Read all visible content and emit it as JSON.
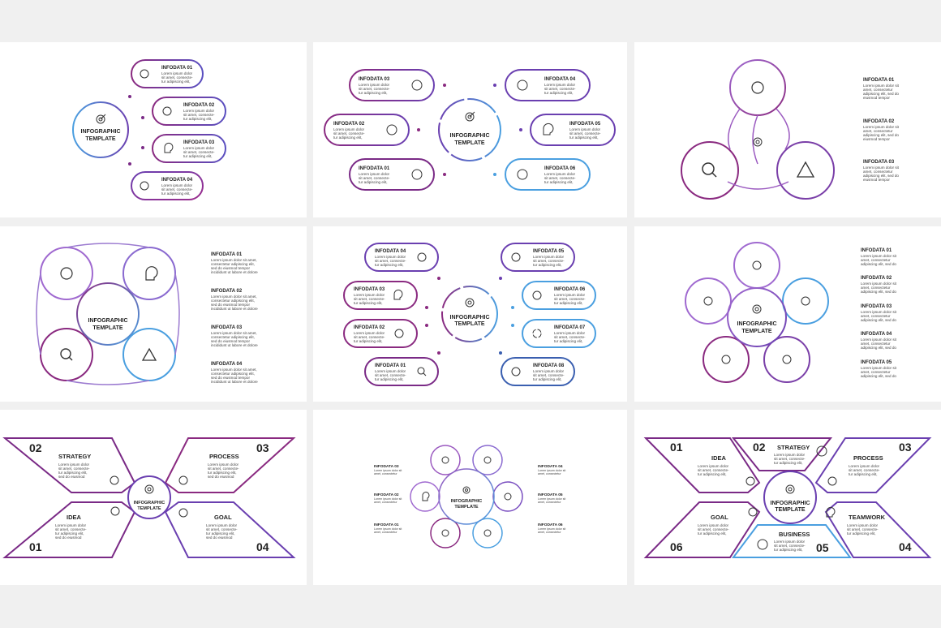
{
  "center_label": [
    "INFOGRAPHIC",
    "TEMPLATE"
  ],
  "lorem": {
    "short": [
      "Lorem ipsum dolor",
      "sit amet, consecte-",
      "tur adipiscing elit,"
    ],
    "long": [
      "Lorem ipsum dolor sit amet,",
      "consectetur adipiscing elit,",
      "sed do eiusmod tempor",
      "incididunt ut labore et dolore"
    ],
    "med": [
      "Lorem ipsum dolor sit",
      "amet, consectetur",
      "adipiscing elit, sed do",
      "eiusmod tempor"
    ],
    "hex": [
      "Lorem ipsum dolor",
      "sit amet, consecte-",
      "tur adipiscing elit,",
      "sed do eiusmod"
    ]
  },
  "colors": {
    "purple": "#7a2a86",
    "violet": "#6a3fb0",
    "blue": "#4a9fe0",
    "magenta": "#9b2c8c",
    "gray": "#f0f0f0"
  },
  "panel1": {
    "items": [
      {
        "title": "INFODATA 01",
        "icon": "lightbulb-icon"
      },
      {
        "title": "INFODATA 02",
        "icon": "gear-icon"
      },
      {
        "title": "INFODATA 03",
        "icon": "head-icon"
      },
      {
        "title": "INFODATA 04",
        "icon": "dollar-icon"
      }
    ]
  },
  "panel2": {
    "items": [
      {
        "title": "INFODATA 03",
        "icon": "globe-icon"
      },
      {
        "title": "INFODATA 02",
        "icon": "gear-icon"
      },
      {
        "title": "INFODATA 01",
        "icon": "lightbulb-icon"
      },
      {
        "title": "INFODATA 04",
        "icon": "clock-icon"
      },
      {
        "title": "INFODATA 05",
        "icon": "head-icon"
      },
      {
        "title": "INFODATA 06",
        "icon": "dollar-icon"
      }
    ]
  },
  "panel3": {
    "items": [
      {
        "title": "INFODATA 01"
      },
      {
        "title": "INFODATA 02"
      },
      {
        "title": "INFODATA 03"
      }
    ],
    "icons": [
      "gear-icon",
      "search-icon",
      "warning-icon",
      "target-icon"
    ]
  },
  "panel4": {
    "items": [
      {
        "title": "INFODATA 01"
      },
      {
        "title": "INFODATA 02"
      },
      {
        "title": "INFODATA 03"
      },
      {
        "title": "INFODATA 04"
      }
    ],
    "icons": [
      "gear-icon",
      "head-icon",
      "search-icon",
      "warning-icon"
    ]
  },
  "panel5": {
    "items": [
      {
        "title": "INFODATA 04",
        "icon": "gear-icon"
      },
      {
        "title": "INFODATA 03",
        "icon": "head-icon"
      },
      {
        "title": "INFODATA 02",
        "icon": "lightbulb-icon"
      },
      {
        "title": "INFODATA 01",
        "icon": "search-icon"
      },
      {
        "title": "INFODATA 05",
        "icon": "globe-icon"
      },
      {
        "title": "INFODATA 06",
        "icon": "clock-icon"
      },
      {
        "title": "INFODATA 07",
        "icon": "refresh-icon"
      },
      {
        "title": "INFODATA 08",
        "icon": "dollar-icon"
      }
    ]
  },
  "panel6": {
    "items": [
      {
        "title": "INFODATA 01"
      },
      {
        "title": "INFODATA 02"
      },
      {
        "title": "INFODATA 03"
      },
      {
        "title": "INFODATA 04"
      },
      {
        "title": "INFODATA 05"
      }
    ],
    "icons": [
      "globe-icon",
      "clock-icon",
      "dollar-icon",
      "lightbulb-icon",
      "gear-icon",
      "target-icon"
    ]
  },
  "panel7": {
    "items": [
      {
        "num": "02",
        "title": "STRATEGY",
        "icon": "gear-icon"
      },
      {
        "num": "03",
        "title": "PROCESS",
        "icon": "globe-icon"
      },
      {
        "num": "01",
        "title": "IDEA",
        "icon": "lightbulb-icon"
      },
      {
        "num": "04",
        "title": "GOAL",
        "icon": "dollar-icon"
      }
    ]
  },
  "panel8": {
    "left": [
      {
        "title": "INFODATA 03"
      },
      {
        "title": "INFODATA 02"
      },
      {
        "title": "INFODATA 01"
      }
    ],
    "right": [
      {
        "title": "INFODATA 04"
      },
      {
        "title": "INFODATA 05"
      },
      {
        "title": "INFODATA 06"
      }
    ],
    "icons": [
      "gear-icon",
      "globe-icon",
      "head-icon",
      "clock-icon",
      "lightbulb-icon",
      "dollar-icon",
      "target-icon"
    ]
  },
  "panel9": {
    "items": [
      {
        "num": "01",
        "title": "IDEA",
        "icon": "gear-icon"
      },
      {
        "num": "02",
        "title": "STRATEGY",
        "icon": "globe-icon"
      },
      {
        "num": "03",
        "title": "PROCESS",
        "icon": "clock-icon"
      },
      {
        "num": "06",
        "title": "GOAL",
        "icon": "lightbulb-icon"
      },
      {
        "num": "05",
        "title": "BUSINESS",
        "icon": "dollar-icon"
      },
      {
        "num": "04",
        "title": "TEAMWORK",
        "icon": "head-icon"
      }
    ]
  }
}
